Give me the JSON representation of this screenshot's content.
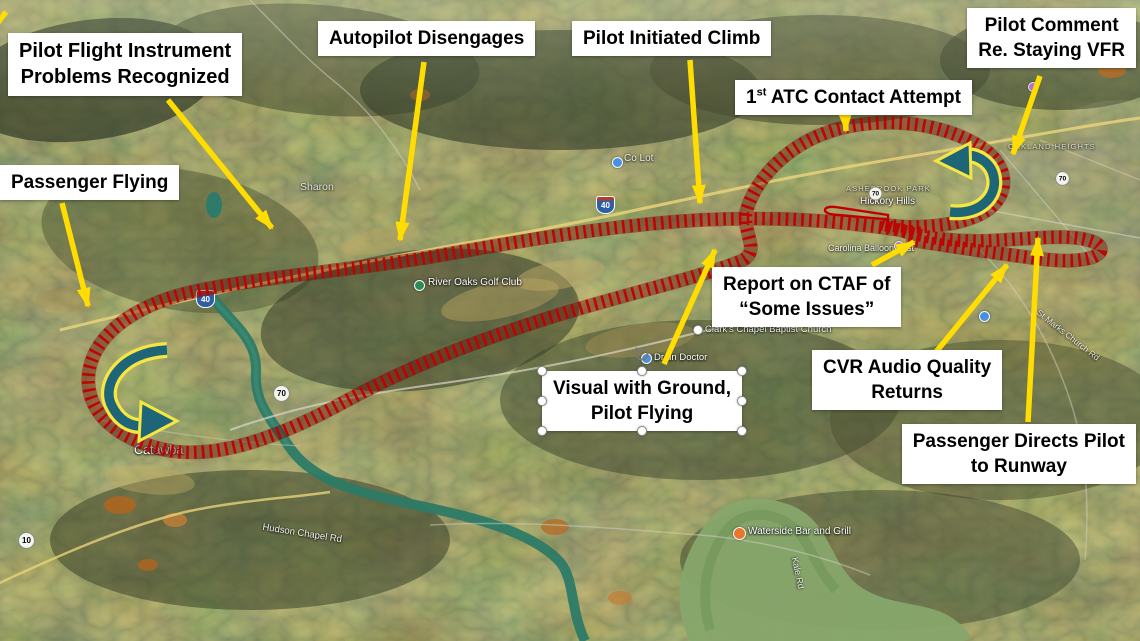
{
  "slide": {
    "callouts": [
      {
        "id": "pilot-flight-instrument-problems",
        "lines": [
          "Pilot Flight Instrument",
          "Problems Recognized"
        ]
      },
      {
        "id": "autopilot-disengages",
        "lines": [
          "Autopilot Disengages"
        ]
      },
      {
        "id": "pilot-initiated-climb",
        "lines": [
          "Pilot Initiated Climb"
        ]
      },
      {
        "id": "pilot-comment-vfr",
        "lines": [
          "Pilot Comment",
          "Re. Staying VFR"
        ]
      },
      {
        "id": "first-atc-contact",
        "prefix": "1",
        "sup": "st",
        "rest": " ATC Contact Attempt"
      },
      {
        "id": "passenger-flying",
        "lines": [
          "Passenger Flying"
        ]
      },
      {
        "id": "report-ctaf",
        "lines": [
          "Report on CTAF of",
          "“Some Issues”"
        ]
      },
      {
        "id": "visual-with-ground",
        "lines": [
          "Visual with Ground,",
          "Pilot Flying"
        ],
        "selected": true
      },
      {
        "id": "cvr-audio",
        "lines": [
          "CVR Audio Quality",
          "Returns"
        ]
      },
      {
        "id": "passenger-directs",
        "lines": [
          "Passenger Directs Pilot",
          "to Runway"
        ]
      }
    ]
  },
  "map": {
    "labels": {
      "sharon": "Sharon",
      "co_lot": "Co Lot",
      "river_oaks": "River Oaks Golf Club",
      "clarks_chapel": "Clark's Chapel Baptist Church",
      "drain_doctor": "Drain Doctor",
      "ashebrook_park": "ASHEBROOK PARK",
      "hickory_hills": "Hickory Hills",
      "oakland_heights": "OAKLAND HEIGHTS",
      "carolina_balloon": "Carolina Balloon Fest",
      "catawba": "Catawba",
      "waterside": "Waterside Bar and Grill",
      "hudson_chapel_rd": "Hudson Chapel Rd",
      "kale_rd": "Kale Rd",
      "st_marks_rd": "St Marks Church Rd"
    },
    "shields": {
      "i40": "40",
      "us70": "70",
      "nc10": "10"
    }
  },
  "colors": {
    "flight_path": "#C00000",
    "annotation_arrow": "#FFDD00",
    "curved_arrow_fill": "#1E6577",
    "callout_background": "#FFFFFF",
    "callout_text": "#000000",
    "selection_handle": "#FFFFFF"
  }
}
